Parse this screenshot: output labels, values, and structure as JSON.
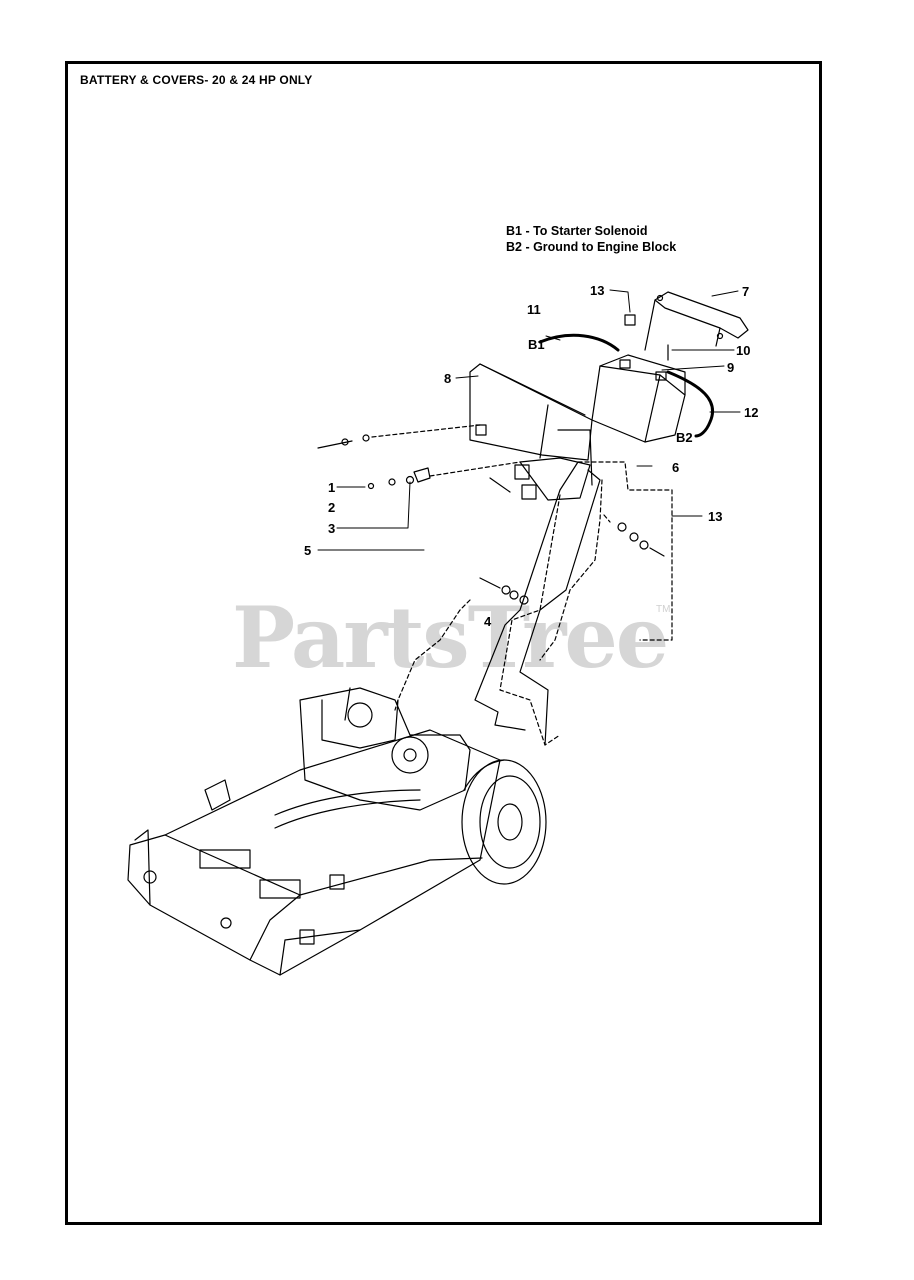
{
  "diagram": {
    "title": "BATTERY & COVERS- 20 & 24 HP ONLY",
    "legend": [
      "B1 - To Starter Solenoid",
      "B2 - Ground to Engine Block"
    ],
    "callouts": {
      "c1": "1",
      "c2": "2",
      "c3": "3",
      "c4": "4",
      "c5": "5",
      "c6": "6",
      "c7": "7",
      "c8": "8",
      "c9": "9",
      "c10": "10",
      "c11": "11",
      "c12": "12",
      "c13a": "13",
      "c13b": "13",
      "b1": "B1",
      "b2": "B2"
    },
    "watermark": "PartsTree",
    "trademark": "TM"
  }
}
